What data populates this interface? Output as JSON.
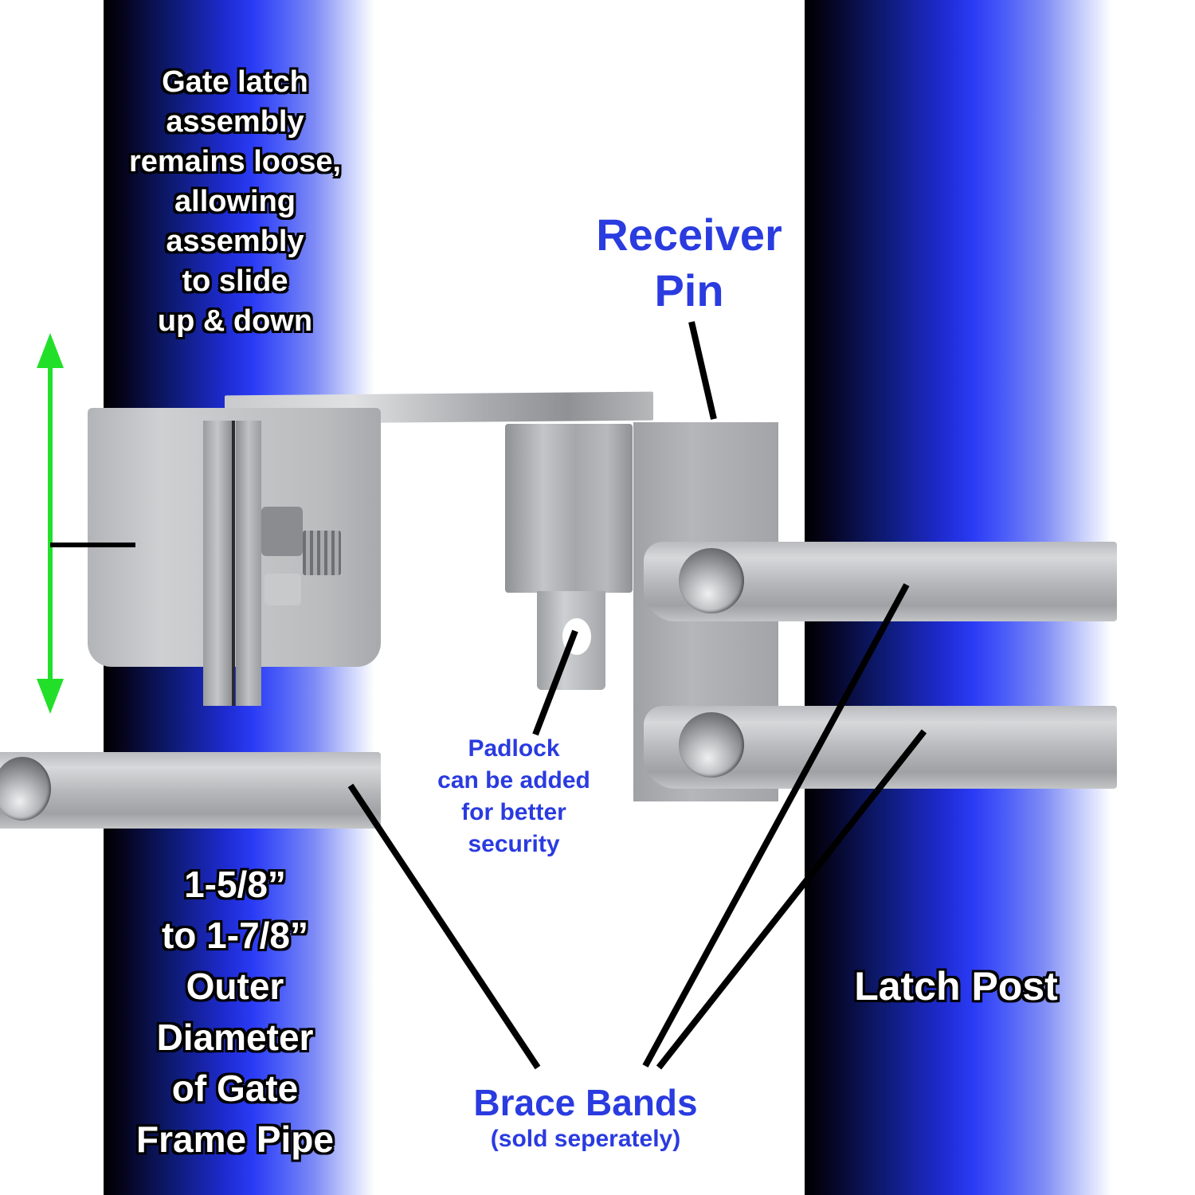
{
  "colors": {
    "pole_dark": "#000000",
    "pole_mid": "#2a3bf5",
    "pole_light": "#ffffff",
    "label_blue": "#2a3be0",
    "arrow_green": "#22e02a",
    "leader_line": "#000000",
    "metal": "#b5b7ba"
  },
  "labels": {
    "slide_note": {
      "lines": [
        "Gate latch",
        "assembly",
        "remains loose,",
        "allowing",
        "assembly",
        "to slide",
        "up & down"
      ]
    },
    "receiver_pin": {
      "lines": [
        "Receiver",
        "Pin"
      ]
    },
    "padlock_note": {
      "lines": [
        "Padlock",
        "can be added",
        "for better",
        "security"
      ]
    },
    "pipe_diameter": {
      "lines": [
        "1-5/8”",
        "to 1-7/8”",
        "Outer",
        "Diameter",
        "of Gate",
        "Frame Pipe"
      ]
    },
    "latch_post": {
      "text": "Latch Post"
    },
    "brace_bands": {
      "title": "Brace Bands",
      "subtitle": "(sold seperately)"
    }
  },
  "components": {
    "gate_frame_pipe": "gate-frame-pipe",
    "latch_post": "latch-post",
    "latch_assembly": "gate-latch-assembly",
    "receiver": "receiver-pin-plate",
    "brace_bands_count": 3,
    "arrow": "vertical-double-arrow"
  }
}
